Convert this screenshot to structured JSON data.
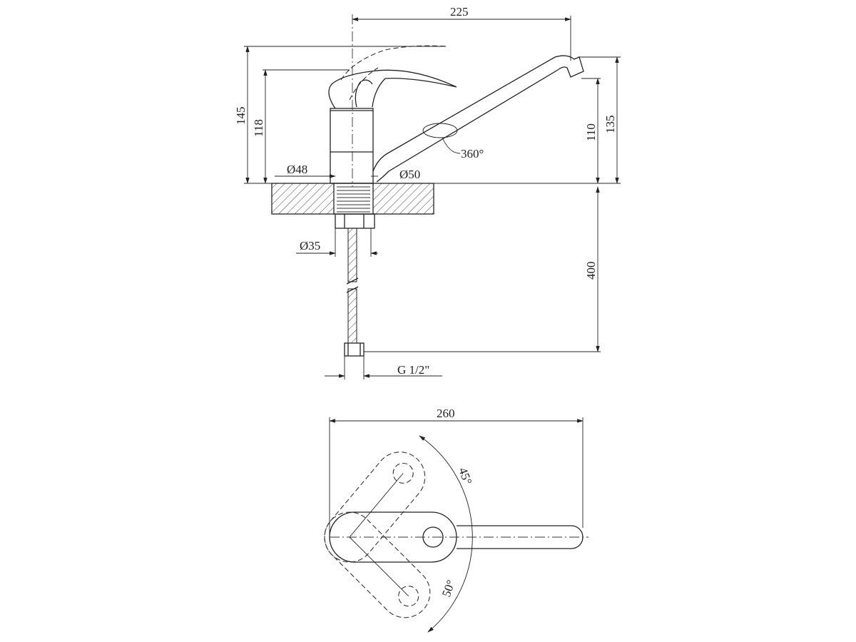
{
  "side_view": {
    "dim_reach": "225",
    "dim_total_height": "145",
    "dim_lever_height": "118",
    "dim_spout_outlet_height": "110",
    "dim_spout_top_height": "135",
    "dim_body_diameter": "Ø48",
    "dim_base_diameter": "Ø50",
    "spout_rotation": "360°",
    "dim_shank_diameter": "Ø35",
    "dim_hose_length": "400",
    "hose_thread": "G 1/2\""
  },
  "top_view": {
    "dim_width": "260",
    "angle_left": "45°",
    "angle_right": "50°"
  }
}
